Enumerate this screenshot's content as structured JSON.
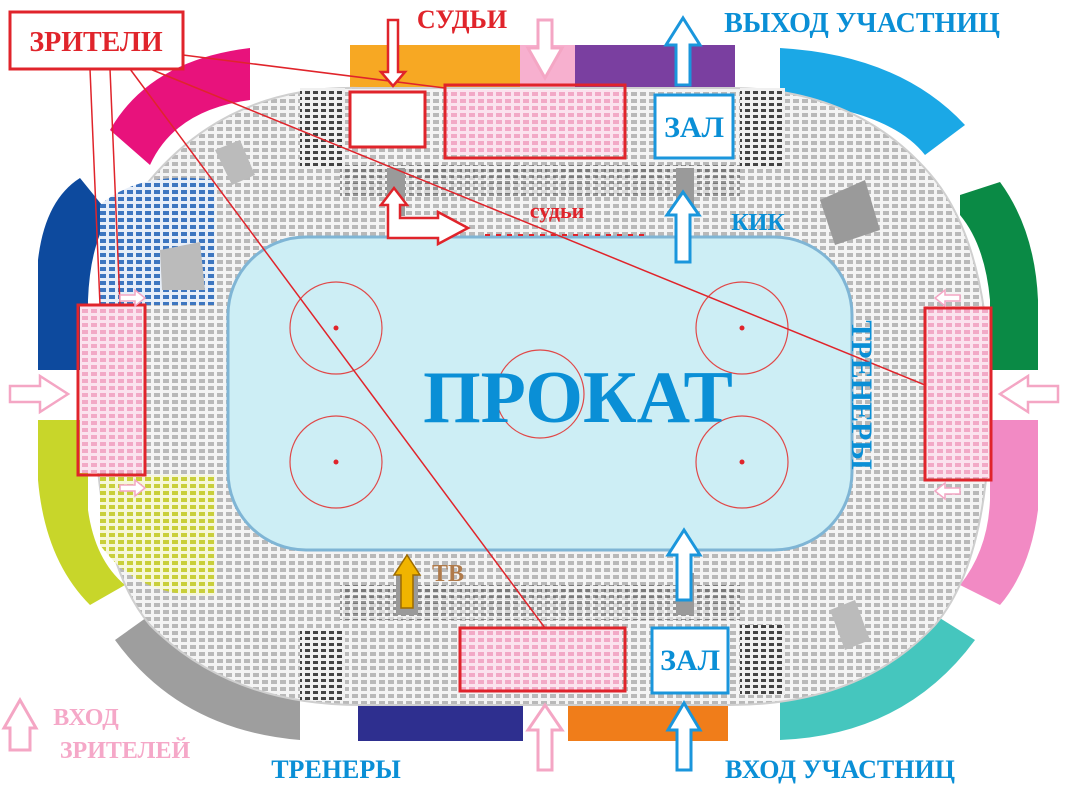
{
  "labels": {
    "spectators": "ЗРИТЕЛИ",
    "judges_top": "СУДЬИ",
    "judges_mid": "судьи",
    "athletes_exit": "ВЫХОД УЧАСТНИЦ",
    "hall_top": "ЗАЛ",
    "hall_bottom": "ЗАЛ",
    "kik": "КИК",
    "rink": "ПРОКАТ",
    "coaches_right": "ТРЕНЕРЫ",
    "tv": "ТВ",
    "spectators_entry_1": "ВХОД",
    "spectators_entry_2": "ЗРИТЕЛЕЙ",
    "coaches_bottom": "ТРЕНЕРЫ",
    "athletes_entry": "ВХОД УЧАСТНИЦ"
  },
  "colors": {
    "rink": "#cdeef5",
    "rink_border": "#7fb5d5",
    "label_red": "#e0242b",
    "label_blue": "#0a8fd6",
    "label_pink": "#f5a8c8",
    "label_brown": "#b07a4a",
    "arrow_blue": "#1a96dc",
    "arrow_pink": "#f4a6c4",
    "arrow_red": "#e0242b",
    "arrow_gold": "#f0b400",
    "sector_magenta": "#e8127c",
    "sector_navy": "#0d4a9e",
    "sector_lime": "#c8d62a",
    "sector_gray": "#9e9e9e",
    "sector_sky": "#1ba8e6",
    "sector_green": "#0a8a45",
    "sector_pink": "#f28ac4",
    "sector_teal": "#45c6be",
    "block_orange_top": "#f7a823",
    "block_pink_top": "#f7b0cf",
    "block_purple_top": "#7a3fa0",
    "block_navy_bottom": "#2e2f8f",
    "block_orange_bottom": "#f07d1a"
  }
}
